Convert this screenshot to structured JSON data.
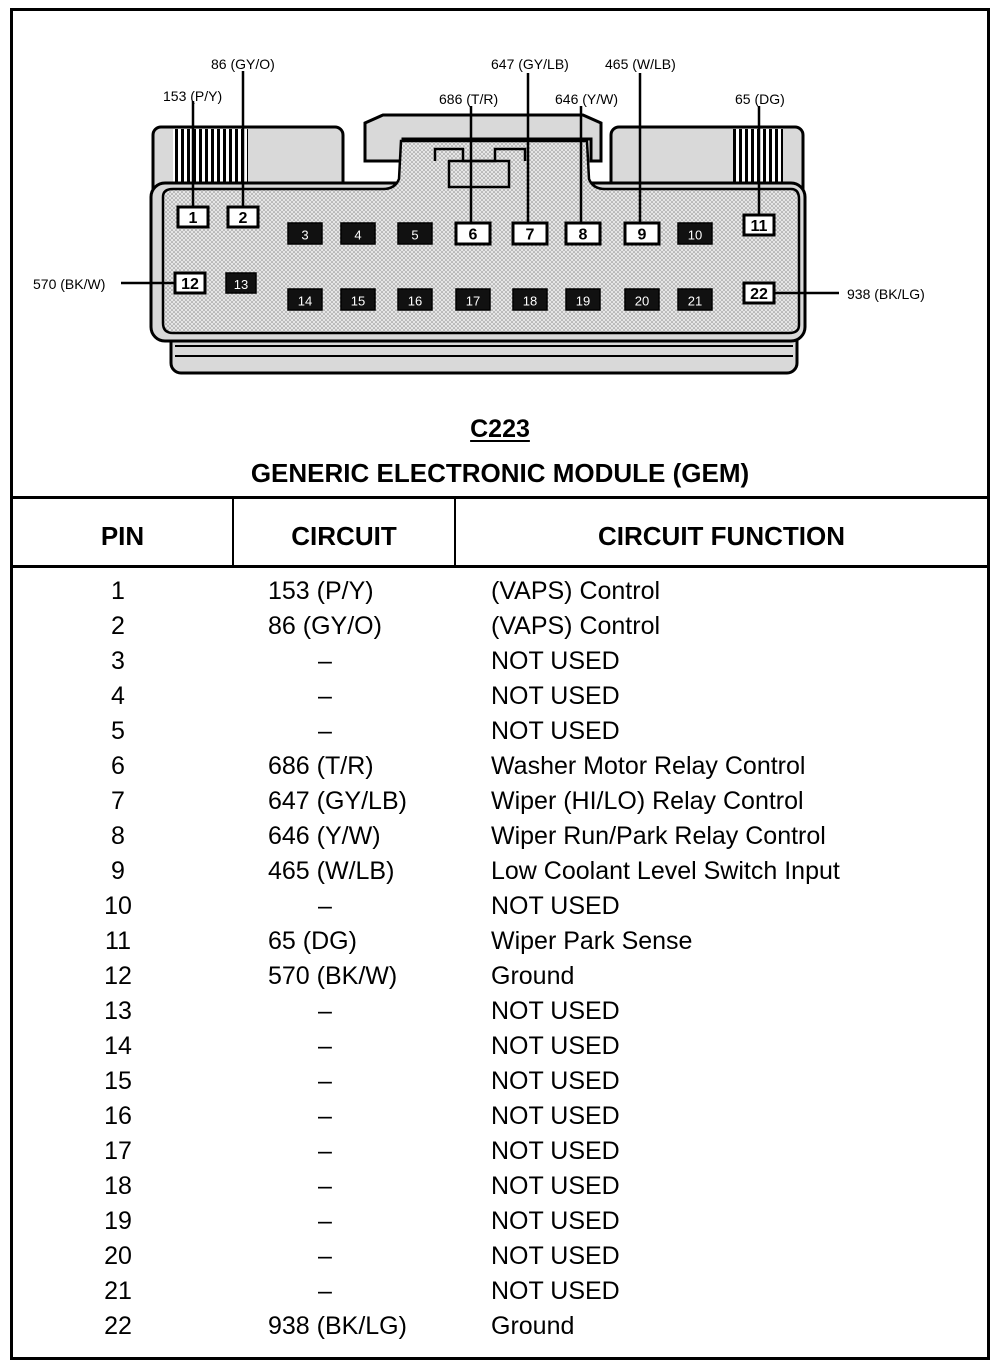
{
  "connector": {
    "id": "C223",
    "title": "GENERIC ELECTRONIC MODULE (GEM)",
    "callouts": [
      {
        "pin": "1",
        "label": "153 (P/Y)"
      },
      {
        "pin": "2",
        "label": "86 (GY/O)"
      },
      {
        "pin": "6",
        "label": "686 (T/R)"
      },
      {
        "pin": "7",
        "label": "647 (GY/LB)"
      },
      {
        "pin": "8",
        "label": "646 (Y/W)"
      },
      {
        "pin": "9",
        "label": "465 (W/LB)"
      },
      {
        "pin": "11",
        "label": "65 (DG)"
      },
      {
        "pin": "12",
        "label": "570 (BK/W)"
      },
      {
        "pin": "22",
        "label": "938 (BK/LG)"
      }
    ],
    "pins": [
      {
        "n": "1",
        "used": true
      },
      {
        "n": "2",
        "used": true
      },
      {
        "n": "3",
        "used": false
      },
      {
        "n": "4",
        "used": false
      },
      {
        "n": "5",
        "used": false
      },
      {
        "n": "6",
        "used": true
      },
      {
        "n": "7",
        "used": true
      },
      {
        "n": "8",
        "used": true
      },
      {
        "n": "9",
        "used": true
      },
      {
        "n": "10",
        "used": false
      },
      {
        "n": "11",
        "used": true
      },
      {
        "n": "12",
        "used": true
      },
      {
        "n": "13",
        "used": false
      },
      {
        "n": "14",
        "used": false
      },
      {
        "n": "15",
        "used": false
      },
      {
        "n": "16",
        "used": false
      },
      {
        "n": "17",
        "used": false
      },
      {
        "n": "18",
        "used": false
      },
      {
        "n": "19",
        "used": false
      },
      {
        "n": "20",
        "used": false
      },
      {
        "n": "21",
        "used": false
      },
      {
        "n": "22",
        "used": true
      }
    ]
  },
  "table": {
    "headers": {
      "pin": "PIN",
      "circuit": "CIRCUIT",
      "function": "CIRCUIT FUNCTION"
    },
    "rows": [
      {
        "pin": "1",
        "circuit": "153 (P/Y)",
        "function": "(VAPS) Control"
      },
      {
        "pin": "2",
        "circuit": "86 (GY/O)",
        "function": "(VAPS) Control"
      },
      {
        "pin": "3",
        "circuit": "–",
        "function": "NOT USED"
      },
      {
        "pin": "4",
        "circuit": "–",
        "function": "NOT USED"
      },
      {
        "pin": "5",
        "circuit": "–",
        "function": "NOT USED"
      },
      {
        "pin": "6",
        "circuit": "686 (T/R)",
        "function": "Washer Motor Relay Control"
      },
      {
        "pin": "7",
        "circuit": "647 (GY/LB)",
        "function": "Wiper (HI/LO) Relay Control"
      },
      {
        "pin": "8",
        "circuit": "646 (Y/W)",
        "function": "Wiper Run/Park Relay Control"
      },
      {
        "pin": "9",
        "circuit": "465 (W/LB)",
        "function": "Low Coolant Level Switch Input"
      },
      {
        "pin": "10",
        "circuit": "–",
        "function": "NOT USED"
      },
      {
        "pin": "11",
        "circuit": "65 (DG)",
        "function": "Wiper Park Sense"
      },
      {
        "pin": "12",
        "circuit": "570 (BK/W)",
        "function": "Ground"
      },
      {
        "pin": "13",
        "circuit": "–",
        "function": "NOT USED"
      },
      {
        "pin": "14",
        "circuit": "–",
        "function": "NOT USED"
      },
      {
        "pin": "15",
        "circuit": "–",
        "function": "NOT USED"
      },
      {
        "pin": "16",
        "circuit": "–",
        "function": "NOT USED"
      },
      {
        "pin": "17",
        "circuit": "–",
        "function": "NOT USED"
      },
      {
        "pin": "18",
        "circuit": "–",
        "function": "NOT USED"
      },
      {
        "pin": "19",
        "circuit": "–",
        "function": "NOT USED"
      },
      {
        "pin": "20",
        "circuit": "–",
        "function": "NOT USED"
      },
      {
        "pin": "21",
        "circuit": "–",
        "function": "NOT USED"
      },
      {
        "pin": "22",
        "circuit": "938 (BK/LG)",
        "function": "Ground"
      }
    ]
  }
}
